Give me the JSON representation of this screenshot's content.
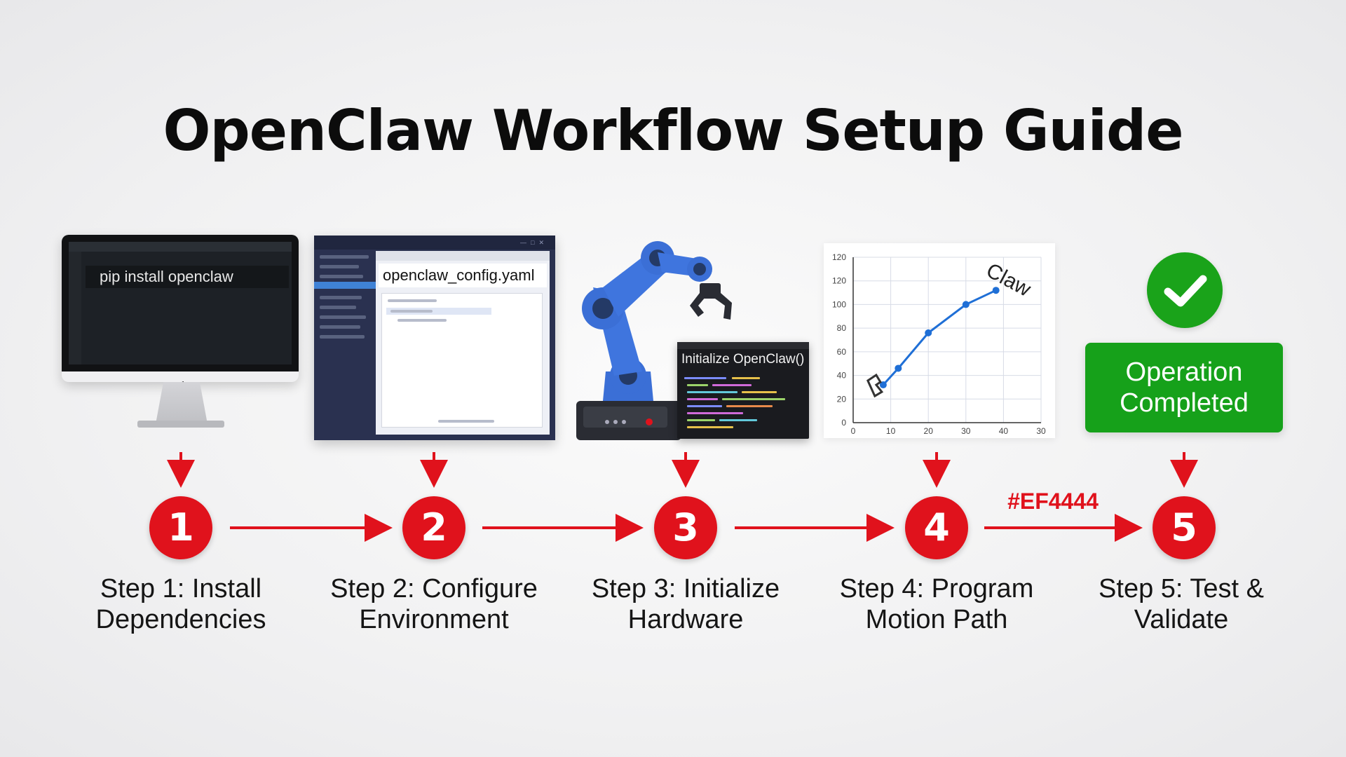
{
  "title": "OpenClaw Workflow Setup Guide",
  "accent_color": "#EF4444",
  "success_color": "#16A11A",
  "illustrations": {
    "terminal": {
      "command": "pip install openclaw"
    },
    "config_editor": {
      "filename": "openclaw_config.yaml"
    },
    "hardware": {
      "code_title": "Initialize OpenClaw()"
    },
    "motion_chart": {
      "annotation": "Claw"
    },
    "completion": {
      "status_line1": "Operation",
      "status_line2": "Completed"
    }
  },
  "color_code_label": "#EF4444",
  "steps": [
    {
      "number": "1",
      "line1": "Step 1: Install",
      "line2": "Dependencies"
    },
    {
      "number": "2",
      "line1": "Step 2: Configure",
      "line2": "Environment"
    },
    {
      "number": "3",
      "line1": "Step 3: Initialize",
      "line2": "Hardware"
    },
    {
      "number": "4",
      "line1": "Step 4: Program",
      "line2": "Motion Path"
    },
    {
      "number": "5",
      "line1": "Step 5: Test &",
      "line2": "Validate"
    }
  ],
  "chart_data": {
    "type": "line",
    "x": [
      8,
      12,
      20,
      30,
      38
    ],
    "y": [
      32,
      46,
      76,
      100,
      112
    ],
    "x_ticks": [
      "0",
      "10",
      "20",
      "30",
      "40",
      "30"
    ],
    "y_ticks": [
      "0",
      "20",
      "40",
      "60",
      "80",
      "100",
      "120",
      "120"
    ],
    "xlim": [
      0,
      50
    ],
    "ylim": [
      0,
      140
    ],
    "grid": true,
    "line_color": "#1f6fd6"
  }
}
